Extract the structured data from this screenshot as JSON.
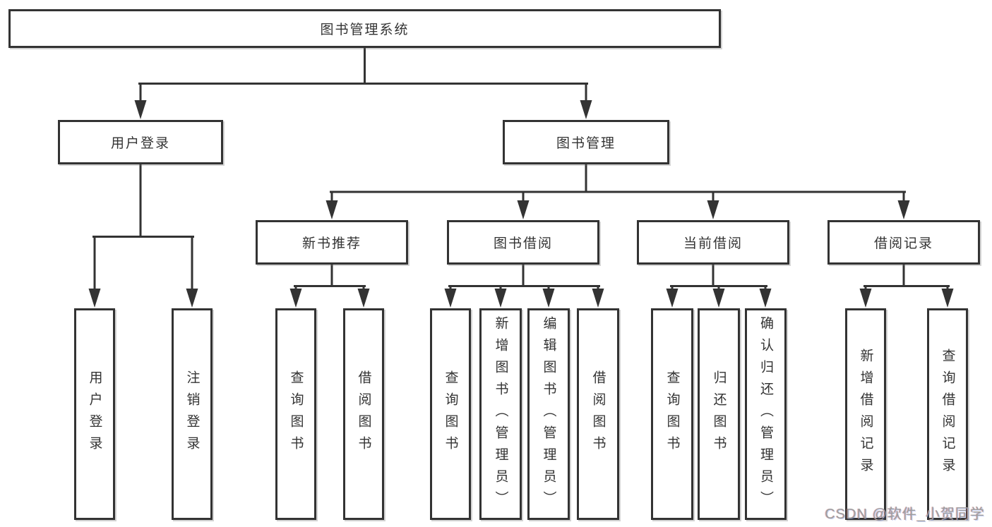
{
  "diagram_type": "functional-structure-tree",
  "tree": {
    "root": {
      "label": "图书管理系统",
      "children": [
        {
          "label": "用户登录",
          "children": [
            {
              "label": "用户登录"
            },
            {
              "label": "注销登录"
            }
          ]
        },
        {
          "label": "图书管理",
          "children": [
            {
              "label": "新书推荐",
              "children": [
                {
                  "label": "查询图书"
                },
                {
                  "label": "借阅图书"
                }
              ]
            },
            {
              "label": "图书借阅",
              "children": [
                {
                  "label": "查询图书"
                },
                {
                  "label": "新增图书（管理员）"
                },
                {
                  "label": "编辑图书（管理员）"
                },
                {
                  "label": "借阅图书"
                }
              ]
            },
            {
              "label": "当前借阅",
              "children": [
                {
                  "label": "查询图书"
                },
                {
                  "label": "归还图书"
                },
                {
                  "label": "确认归还（管理员）"
                }
              ]
            },
            {
              "label": "借阅记录",
              "children": [
                {
                  "label": "新增借阅记录"
                },
                {
                  "label": "查询借阅记录"
                }
              ]
            }
          ]
        }
      ]
    }
  },
  "watermark": {
    "text": "CSDN @软件_小贺同学"
  },
  "colors": {
    "line": "#333333",
    "box_border": "#333333",
    "text": "#333333",
    "background": "#ffffff",
    "watermark_text": "#9e9e9e"
  }
}
